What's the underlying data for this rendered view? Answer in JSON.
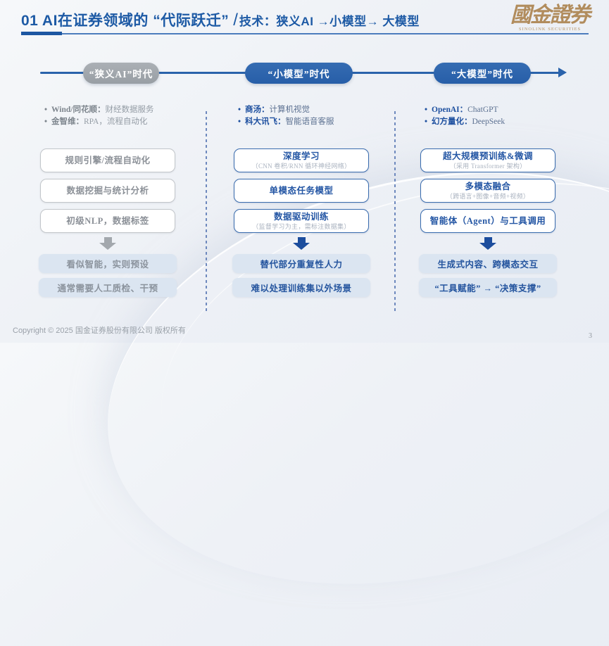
{
  "header": {
    "title_main": "01 AI在证券领域的 “代际跃迁”",
    "title_slash": "/",
    "title_sub": "技术：狭义AI →小模型→ 大模型",
    "logo": {
      "name": "國金證券",
      "subtitle": "SINOLINK SECURITIES"
    }
  },
  "timeline": {
    "eras": [
      {
        "label": "“狭义AI”时代"
      },
      {
        "label": "“小模型”时代"
      },
      {
        "label": "“大模型”时代"
      }
    ]
  },
  "columns": [
    {
      "id": "narrow-ai-era",
      "bullets": [
        {
          "dot": "•",
          "label": "Wind/同花顺：",
          "text": "财经数据服务"
        },
        {
          "dot": "•",
          "label": "金智维：",
          "text": "RPA，流程自动化"
        }
      ],
      "boxes": [
        {
          "title": "规则引擎/流程自动化",
          "subtitle": ""
        },
        {
          "title": "数据挖掘与统计分析",
          "subtitle": ""
        },
        {
          "title": "初级NLP，数据标签",
          "subtitle": ""
        }
      ],
      "results": [
        "看似智能，实则预设",
        "通常需要人工质检、干预"
      ]
    },
    {
      "id": "small-model-era",
      "bullets": [
        {
          "dot": "•",
          "label": "商汤：",
          "text": "计算机视觉"
        },
        {
          "dot": "•",
          "label": "科大讯飞：",
          "text": "智能语音客服"
        }
      ],
      "boxes": [
        {
          "title": "深度学习",
          "subtitle": "（CNN 卷积/RNN 循环神经网络）"
        },
        {
          "title": "单模态任务模型",
          "subtitle": ""
        },
        {
          "title": "数据驱动训练",
          "subtitle": "（监督学习为主，需标注数据集）"
        }
      ],
      "results": [
        "替代部分重复性人力",
        "难以处理训练集以外场景"
      ]
    },
    {
      "id": "large-model-era",
      "bullets": [
        {
          "dot": "•",
          "label": "OpenAI：",
          "text": "ChatGPT"
        },
        {
          "dot": "•",
          "label": "幻方量化：",
          "text": "DeepSeek"
        }
      ],
      "boxes": [
        {
          "title": "超大规模预训练&微调",
          "subtitle": "（采用 Transformer 架构）"
        },
        {
          "title": "多模态融合",
          "subtitle": "（跨语言+图像+音频+视频）"
        },
        {
          "title": "智能体（Agent）与工具调用",
          "subtitle": ""
        }
      ],
      "results": [
        "生成式内容、跨模态交互",
        "“工具赋能” → “决策支撑”"
      ]
    }
  ],
  "footer": {
    "copyright": "Copyright © 2025 国金证券股份有限公司 版权所有",
    "page_number": "3"
  },
  "colors": {
    "title_blue": "#1d5aa5",
    "timeline_blue": "#2a63ab",
    "pill_gray": "#9ea4aa",
    "box_border_blue": "#3a6cae",
    "result_bg": "#dbe5f1",
    "logo_gold": "#b18c5d"
  }
}
